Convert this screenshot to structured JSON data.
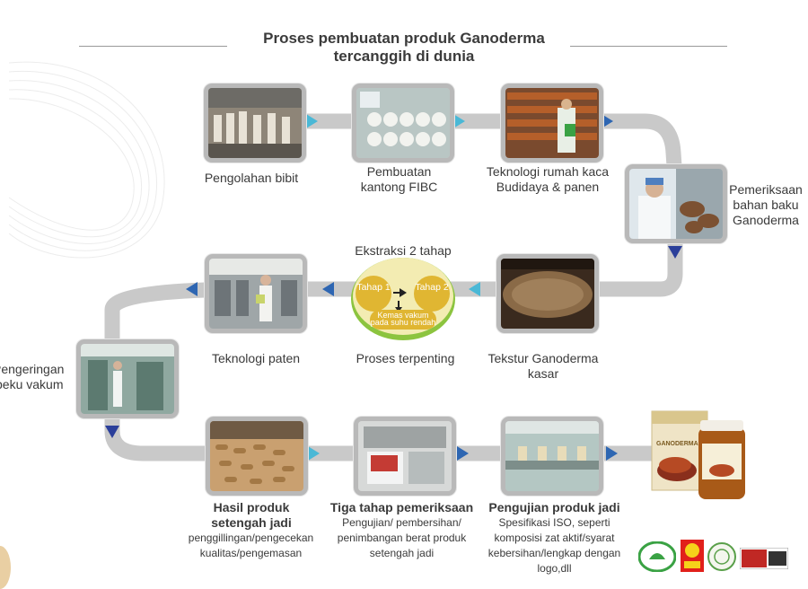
{
  "title": {
    "line1": "Proses pembuatan produk Ganoderma",
    "line2": "tercanggih di dunia"
  },
  "steps": {
    "s1": {
      "label": "Pengolahan bibit"
    },
    "s2": {
      "label_line1": "Pembuatan",
      "label_line2": "kantong FIBC"
    },
    "s3": {
      "label_line1": "Teknologi rumah kaca",
      "label_line2": "Budidaya & panen"
    },
    "s4": {
      "label_line1": "Pemeriksaan",
      "label_line2": "bahan baku",
      "label_line3": "Ganoderma"
    },
    "s5": {
      "label_line1": "Tekstur Ganoderma",
      "label_line2": "kasar"
    },
    "s6": {
      "heading": "Ekstraksi 2 tahap",
      "stage1": "Tahap 1",
      "stage2": "Tahap 2",
      "vacuum": "Kemas vakum pada suhu rendah",
      "label": "Proses terpenting"
    },
    "s7": {
      "label": "Teknologi paten"
    },
    "s8": {
      "label_line1": "Pengeringan",
      "label_line2": "beku vakum"
    },
    "s9": {
      "label_line1": "Hasil produk",
      "label_line2": "setengah jadi",
      "sub_line1": "penggillingan/pengecekan",
      "sub_line2": "kualitas/pengemasan"
    },
    "s10": {
      "label": "Tiga tahap pemeriksaan",
      "sub_line1": "Pengujian/ pembersihan/",
      "sub_line2": "penimbangan berat produk",
      "sub_line3": "setengah jadi"
    },
    "s11": {
      "label": "Pengujian produk jadi",
      "sub_line1": "Spesifikasi ISO, seperti",
      "sub_line2": "komposisi zat aktif/syarat",
      "sub_line3": "kebersihan/lengkap dengan",
      "sub_line4": "logo,dll"
    }
  },
  "product": {
    "box_text": "GANODERMA"
  },
  "colors": {
    "path": "#c9c9c9",
    "arrow_cyan": "#4ab8d6",
    "arrow_blue": "#2e66b2",
    "arrow_navy": "#2b3f9a",
    "stage_gold": "#e0b632",
    "circle_fill": "#f3ecb2",
    "circle_ring": "#8cc43f"
  }
}
